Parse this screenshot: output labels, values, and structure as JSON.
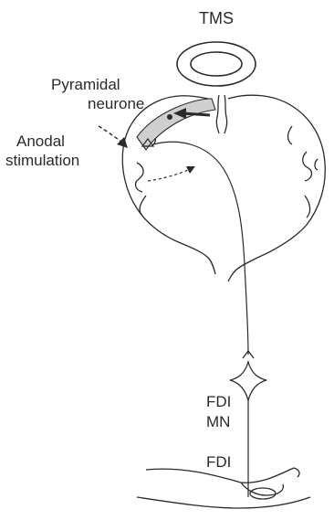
{
  "labels": {
    "tms": "TMS",
    "pyramidal_line1": "Pyramidal",
    "pyramidal_line2": "neurone",
    "anodal_line1": "Anodal",
    "anodal_line2": "stimulation",
    "fdi_mn_line1": "FDI",
    "fdi_mn_line2": "MN",
    "fdi_muscle": "FDI"
  },
  "colors": {
    "ink": "#2a2a2a",
    "highlight": "#cfcfcf",
    "background": "#ffffff"
  }
}
